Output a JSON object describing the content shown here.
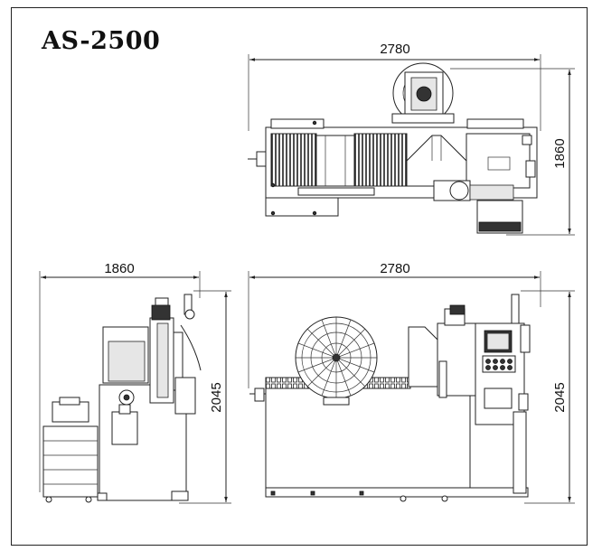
{
  "title": "AS-2500",
  "top_view": {
    "width_dim": "2780",
    "depth_dim": "1860"
  },
  "side_view": {
    "width_dim": "1860",
    "height_dim": "2045"
  },
  "front_view": {
    "width_dim": "2780",
    "height_dim": "2045"
  }
}
